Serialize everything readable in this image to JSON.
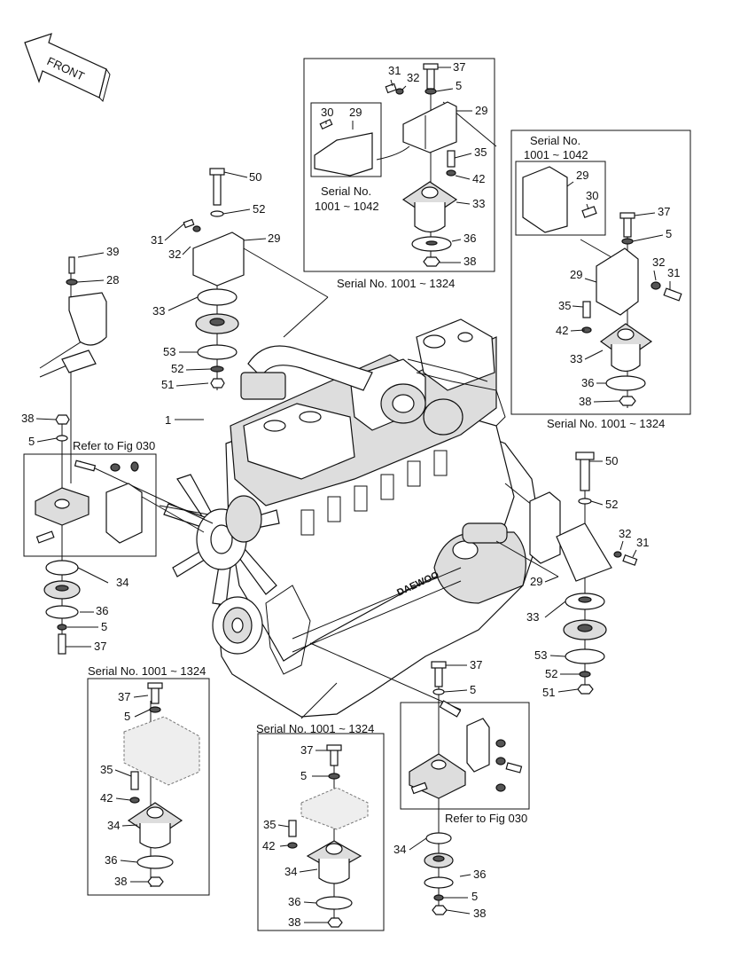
{
  "front_label": "FRONT",
  "captions": {
    "serial_1001_1042": "Serial No.",
    "serial_range_1042": "1001 ~ 1042",
    "serial_1001_1324": "Serial No. 1001 ~ 1324",
    "refer_fig_030": "Refer to Fig 030"
  },
  "callouts": [
    {
      "id": "c1",
      "text": "37"
    },
    {
      "id": "c2",
      "text": "31"
    },
    {
      "id": "c3",
      "text": "32"
    },
    {
      "id": "c4",
      "text": "5"
    },
    {
      "id": "c5",
      "text": "29"
    },
    {
      "id": "c6",
      "text": "30"
    },
    {
      "id": "c7",
      "text": "29"
    },
    {
      "id": "c8",
      "text": "35"
    },
    {
      "id": "c9",
      "text": "42"
    },
    {
      "id": "c10",
      "text": "33"
    },
    {
      "id": "c11",
      "text": "36"
    },
    {
      "id": "c12",
      "text": "38"
    },
    {
      "id": "c13",
      "text": "50"
    },
    {
      "id": "c14",
      "text": "52"
    },
    {
      "id": "c15",
      "text": "31"
    },
    {
      "id": "c16",
      "text": "29"
    },
    {
      "id": "c17",
      "text": "32"
    },
    {
      "id": "c18",
      "text": "39"
    },
    {
      "id": "c19",
      "text": "28"
    },
    {
      "id": "c20",
      "text": "33"
    },
    {
      "id": "c21",
      "text": "53"
    },
    {
      "id": "c22",
      "text": "52"
    },
    {
      "id": "c23",
      "text": "51"
    },
    {
      "id": "c24",
      "text": "1"
    },
    {
      "id": "c25",
      "text": "29"
    },
    {
      "id": "c26",
      "text": "30"
    },
    {
      "id": "c27",
      "text": "37"
    },
    {
      "id": "c28",
      "text": "5"
    },
    {
      "id": "c29",
      "text": "29"
    },
    {
      "id": "c30",
      "text": "32"
    },
    {
      "id": "c31",
      "text": "31"
    },
    {
      "id": "c32",
      "text": "35"
    },
    {
      "id": "c33",
      "text": "42"
    },
    {
      "id": "c34",
      "text": "33"
    },
    {
      "id": "c35",
      "text": "36"
    },
    {
      "id": "c36",
      "text": "38"
    },
    {
      "id": "c37",
      "text": "38"
    },
    {
      "id": "c38",
      "text": "5"
    },
    {
      "id": "c39",
      "text": "34"
    },
    {
      "id": "c40",
      "text": "36"
    },
    {
      "id": "c41",
      "text": "5"
    },
    {
      "id": "c42",
      "text": "37"
    },
    {
      "id": "c43",
      "text": "50"
    },
    {
      "id": "c44",
      "text": "52"
    },
    {
      "id": "c45",
      "text": "32"
    },
    {
      "id": "c46",
      "text": "31"
    },
    {
      "id": "c47",
      "text": "29"
    },
    {
      "id": "c48",
      "text": "33"
    },
    {
      "id": "c49",
      "text": "53"
    },
    {
      "id": "c50",
      "text": "52"
    },
    {
      "id": "c51",
      "text": "51"
    },
    {
      "id": "c52",
      "text": "37"
    },
    {
      "id": "c53",
      "text": "5"
    },
    {
      "id": "c54",
      "text": "37"
    },
    {
      "id": "c55",
      "text": "5"
    },
    {
      "id": "c56",
      "text": "35"
    },
    {
      "id": "c57",
      "text": "42"
    },
    {
      "id": "c58",
      "text": "34"
    },
    {
      "id": "c59",
      "text": "36"
    },
    {
      "id": "c60",
      "text": "38"
    },
    {
      "id": "c61",
      "text": "37"
    },
    {
      "id": "c62",
      "text": "5"
    },
    {
      "id": "c63",
      "text": "35"
    },
    {
      "id": "c64",
      "text": "42"
    },
    {
      "id": "c65",
      "text": "34"
    },
    {
      "id": "c66",
      "text": "36"
    },
    {
      "id": "c67",
      "text": "38"
    },
    {
      "id": "c68",
      "text": "34"
    },
    {
      "id": "c69",
      "text": "36"
    },
    {
      "id": "c70",
      "text": "5"
    },
    {
      "id": "c71",
      "text": "38"
    }
  ]
}
